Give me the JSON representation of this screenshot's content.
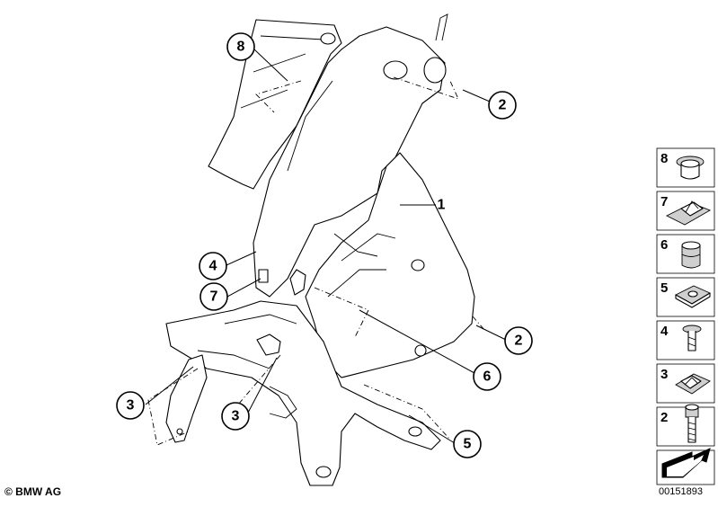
{
  "callouts": {
    "c8": "8",
    "c2a": "2",
    "c1": "1",
    "c4": "4",
    "c7": "7",
    "c2b": "2",
    "c6": "6",
    "c3a": "3",
    "c3b": "3",
    "c5": "5"
  },
  "legend": {
    "items": [
      {
        "number": "8",
        "part": "grommet-icon"
      },
      {
        "number": "7",
        "part": "clip-nut-icon"
      },
      {
        "number": "6",
        "part": "rubber-buffer-icon"
      },
      {
        "number": "5",
        "part": "square-nut-icon"
      },
      {
        "number": "4",
        "part": "push-rivet-icon"
      },
      {
        "number": "3",
        "part": "spring-clip-icon"
      },
      {
        "number": "2",
        "part": "hex-bolt-icon"
      }
    ]
  },
  "footer": {
    "copyright": "© BMW AG",
    "diagram_id": "00151893"
  },
  "colors": {
    "line": "#000000",
    "background": "#ffffff",
    "shade": "#cfcfcf"
  }
}
